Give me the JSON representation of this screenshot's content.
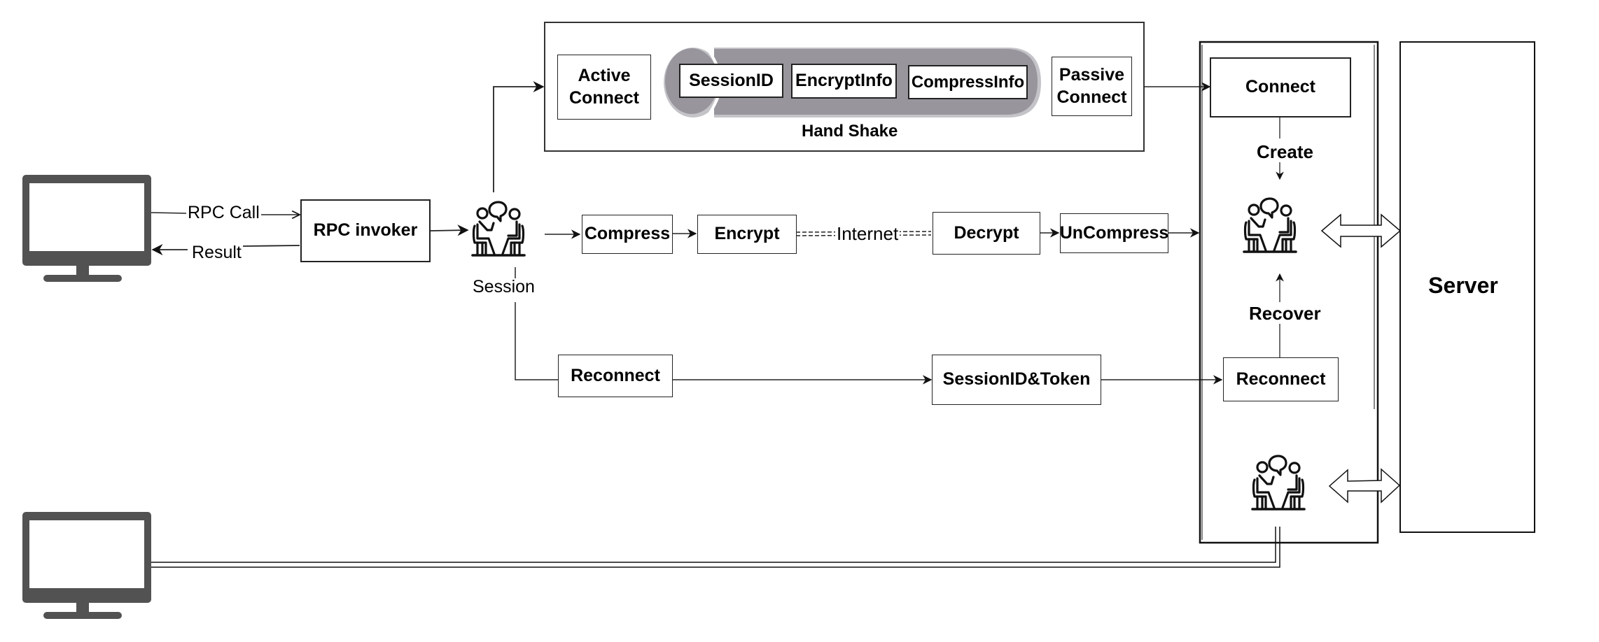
{
  "diagram": {
    "clients": [
      {
        "id": "client-1",
        "icon": "monitor-icon"
      },
      {
        "id": "client-2",
        "icon": "monitor-icon"
      }
    ],
    "edge_labels": {
      "rpc_call": "RPC Call",
      "result": "Result",
      "internet": "Internet",
      "create": "Create",
      "recover": "Recover"
    },
    "nodes": {
      "rpc_invoker": "RPC invoker",
      "session_label": "Session",
      "compress": "Compress",
      "encrypt": "Encrypt",
      "decrypt": "Decrypt",
      "uncompress": "UnCompress",
      "reconnect_client": "Reconnect",
      "sessionid_token": "SessionID&Token",
      "active_connect": "Active Connect",
      "passive_connect": "Passive Connect",
      "connect": "Connect",
      "reconnect_server": "Reconnect",
      "server": "Server"
    },
    "handshake": {
      "title": "Hand Shake",
      "items": [
        "SessionID",
        "EncryptInfo",
        "CompressInfo"
      ],
      "pill_color": "#98969c"
    },
    "icons": {
      "session": "people-talking-icon",
      "double_arrow": "double-arrow-icon"
    },
    "colors": {
      "monitor": "#525252",
      "stroke": "#222222",
      "background": "#ffffff"
    }
  }
}
